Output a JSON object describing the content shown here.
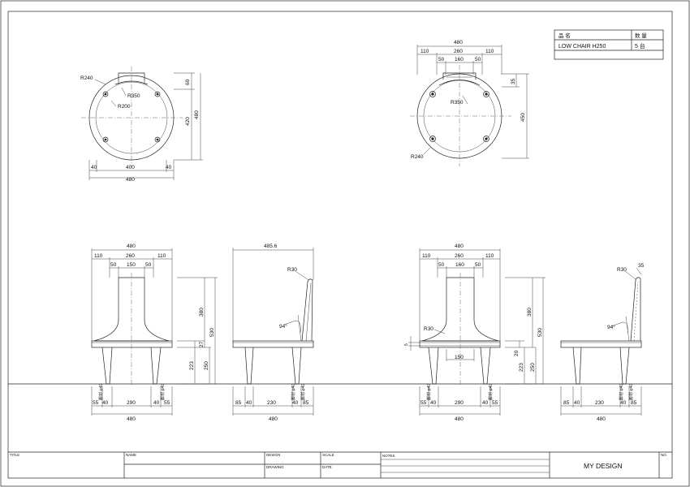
{
  "sheet_labels": {
    "title_label": "TITLE",
    "name_label": "NAME",
    "design_label": "DESIGN",
    "scale_label": "SCALE",
    "drawing_label": "DRAWING",
    "date_label": "DATE",
    "notes_label": "NOTES",
    "company": "MY DESIGN",
    "no_label": "NO."
  },
  "parts_table": {
    "headers": [
      "品 名",
      "数 量"
    ],
    "rows": [
      [
        "LOW CHAIR H250",
        "5 台"
      ]
    ]
  },
  "dimensions": {
    "top_left": {
      "radius_outer": "R240",
      "radius_back": "R350",
      "radius_inner": "R200",
      "d60": "60",
      "d420": "420",
      "d480v": "480",
      "d40a": "40",
      "d400": "400",
      "d40b": "40",
      "d480h": "480"
    },
    "top_right": {
      "d480": "480",
      "d110a": "110",
      "d260": "260",
      "d110b": "110",
      "d50a": "50",
      "d160": "160",
      "d50b": "50",
      "radius_back": "R350",
      "d35": "35",
      "d450": "450",
      "radius_outer": "R240"
    },
    "front_a": {
      "d480top": "480",
      "d110a": "110",
      "d260": "260",
      "d110b": "110",
      "d50a": "50",
      "d150": "150",
      "d50b": "50",
      "d380": "380",
      "d530": "530",
      "d27": "27",
      "d223": "223",
      "d250": "250",
      "d55a": "55",
      "d40a": "40",
      "d290": "290",
      "d40b": "40",
      "d55b": "55",
      "d480bot": "480",
      "leg_note_a": "脚材 φ40",
      "leg_note_b": "脚材 φ40"
    },
    "side_a": {
      "d485": "485.6",
      "radius_top": "R30",
      "angle": "94°",
      "d85a": "85",
      "d40a": "40",
      "d230": "230",
      "d40b": "40",
      "d85b": "85",
      "d480": "480",
      "leg_note_a": "脚材 φ40",
      "leg_note_b": "脚材 φ40"
    },
    "front_b": {
      "d480top": "480",
      "d110a": "110",
      "d260": "260",
      "d110b": "110",
      "d50a": "50",
      "d160": "160",
      "d50b": "50",
      "radius_neck": "R30",
      "d5": "5",
      "d380": "380",
      "d530": "530",
      "d150": "150",
      "d20": "20",
      "d223": "223",
      "d250": "250",
      "d55a": "55",
      "d40a": "40",
      "d290": "290",
      "d40b": "40",
      "d55b": "55",
      "d480bot": "480",
      "leg_note_a": "脚材 φ40",
      "leg_note_b": "脚材 φ40"
    },
    "side_b": {
      "radius_top": "R30",
      "d35": "35",
      "angle": "94°",
      "d85a": "85",
      "d40a": "40",
      "d230": "230",
      "d40b": "40",
      "d85b": "85",
      "d480": "480",
      "leg_note_a": "脚材 φ40",
      "leg_note_b": "脚材 φ40"
    }
  }
}
